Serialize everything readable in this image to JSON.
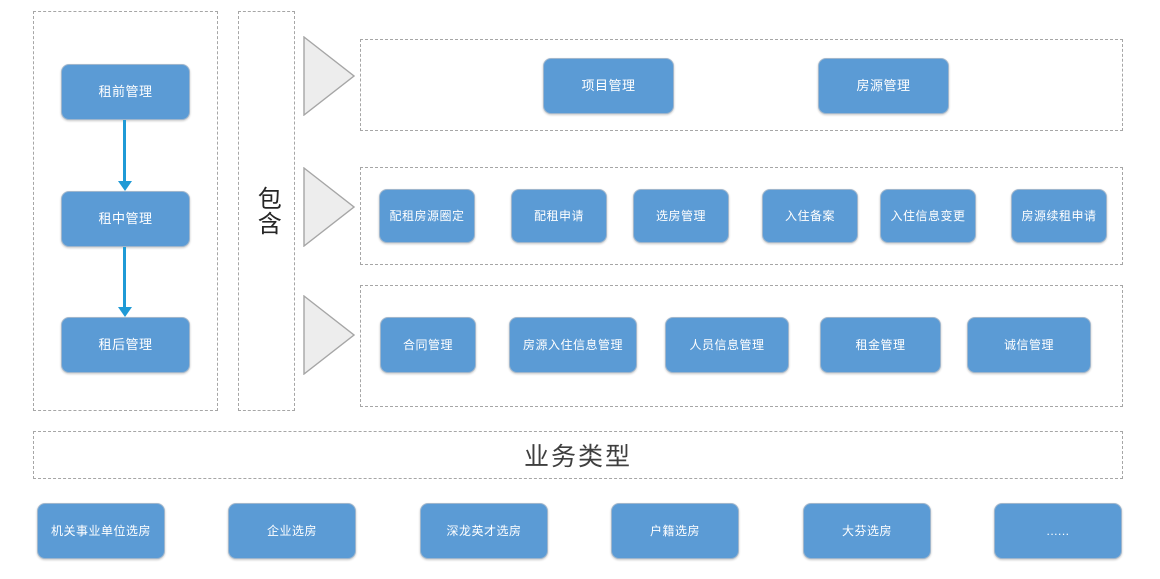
{
  "diagram": {
    "title_banner": "业务类型",
    "relation_label": "包含",
    "lifecycle": {
      "stages": [
        {
          "label": "租前管理"
        },
        {
          "label": "租中管理"
        },
        {
          "label": "租后管理"
        }
      ]
    },
    "groups": [
      {
        "id": "pre-lease",
        "items": [
          {
            "label": "项目管理"
          },
          {
            "label": "房源管理"
          }
        ]
      },
      {
        "id": "in-lease",
        "items": [
          {
            "label": "配租房源圈定"
          },
          {
            "label": "配租申请"
          },
          {
            "label": "选房管理"
          },
          {
            "label": "入住备案"
          },
          {
            "label": "入住信息变更"
          },
          {
            "label": "房源续租申请"
          }
        ]
      },
      {
        "id": "post-lease",
        "items": [
          {
            "label": "合同管理"
          },
          {
            "label": "房源入住信息管理"
          },
          {
            "label": "人员信息管理"
          },
          {
            "label": "租金管理"
          },
          {
            "label": "诚信管理"
          }
        ]
      }
    ],
    "business_types": [
      {
        "label": "机关事业单位选房"
      },
      {
        "label": "企业选房"
      },
      {
        "label": "深龙英才选房"
      },
      {
        "label": "户籍选房"
      },
      {
        "label": "大芬选房"
      },
      {
        "label": "......"
      }
    ],
    "colors": {
      "node_fill": "#5b9bd5",
      "node_text": "#ffffff",
      "arrow": "#1f9ad6",
      "dashed_border": "#a6a6a6",
      "triangle_fill": "#ededed",
      "triangle_border": "#a6a6a6",
      "banner_text": "#3f3f3f"
    }
  }
}
